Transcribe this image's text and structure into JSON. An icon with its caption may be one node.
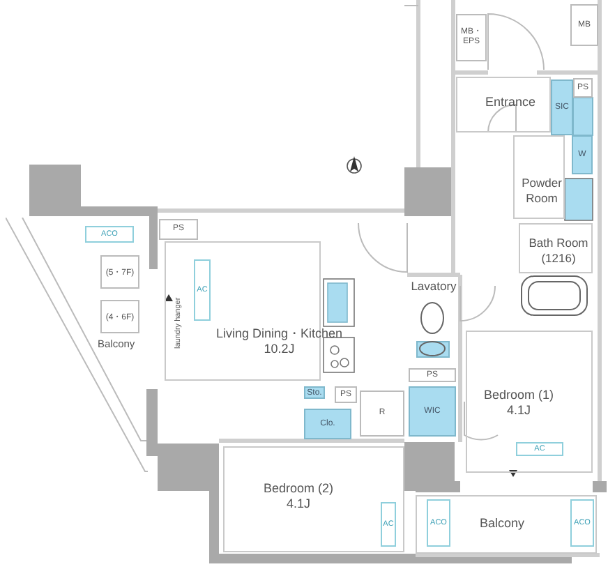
{
  "diagram": {
    "nodes": [
      {
        "text": [
          "MB・EPS"
        ]
      },
      {
        "text": [
          "MB"
        ]
      },
      {
        "text": [
          "Entrance"
        ]
      },
      {
        "text": [
          "SIC"
        ]
      },
      {
        "text": [
          "PS"
        ]
      },
      {
        "text": [
          "W"
        ]
      },
      {
        "text": [
          "Powder Room"
        ]
      },
      {
        "text": [
          "Bath Room (1216)"
        ]
      },
      {
        "text": [
          "Balcony"
        ]
      },
      {
        "text": [
          "ACO"
        ],
        "in": 8
      },
      {
        "text": [
          "(5・7F)"
        ],
        "in": 8
      },
      {
        "text": [
          "(4・6F)"
        ],
        "in": 8
      },
      {
        "text": [
          "PS"
        ]
      },
      {
        "text": [
          "Living Dining・Kitchen",
          "10.2J"
        ]
      },
      {
        "text": [
          "AC"
        ],
        "in": 13
      },
      {
        "text": [
          "laundry hanger"
        ],
        "in": 13
      },
      {
        "text": [
          "Lavatory"
        ]
      },
      {
        "text": [
          "PS"
        ]
      },
      {
        "text": [
          "Sto."
        ]
      },
      {
        "text": [
          "PS"
        ]
      },
      {
        "text": [
          "R"
        ]
      },
      {
        "text": [
          "WIC"
        ]
      },
      {
        "text": [
          "Clo."
        ]
      },
      {
        "text": [
          "Bedroom (1)",
          "4.1J"
        ]
      },
      {
        "text": [
          "AC"
        ],
        "in": 23
      },
      {
        "text": [
          "Bedroom (2)",
          "4.1J"
        ]
      },
      {
        "text": [
          "AC"
        ],
        "in": 25
      },
      {
        "text": [
          "Balcony"
        ]
      },
      {
        "text": [
          "ACO"
        ],
        "in": 27
      },
      {
        "text": [
          "ACO"
        ],
        "in": 27
      }
    ]
  }
}
